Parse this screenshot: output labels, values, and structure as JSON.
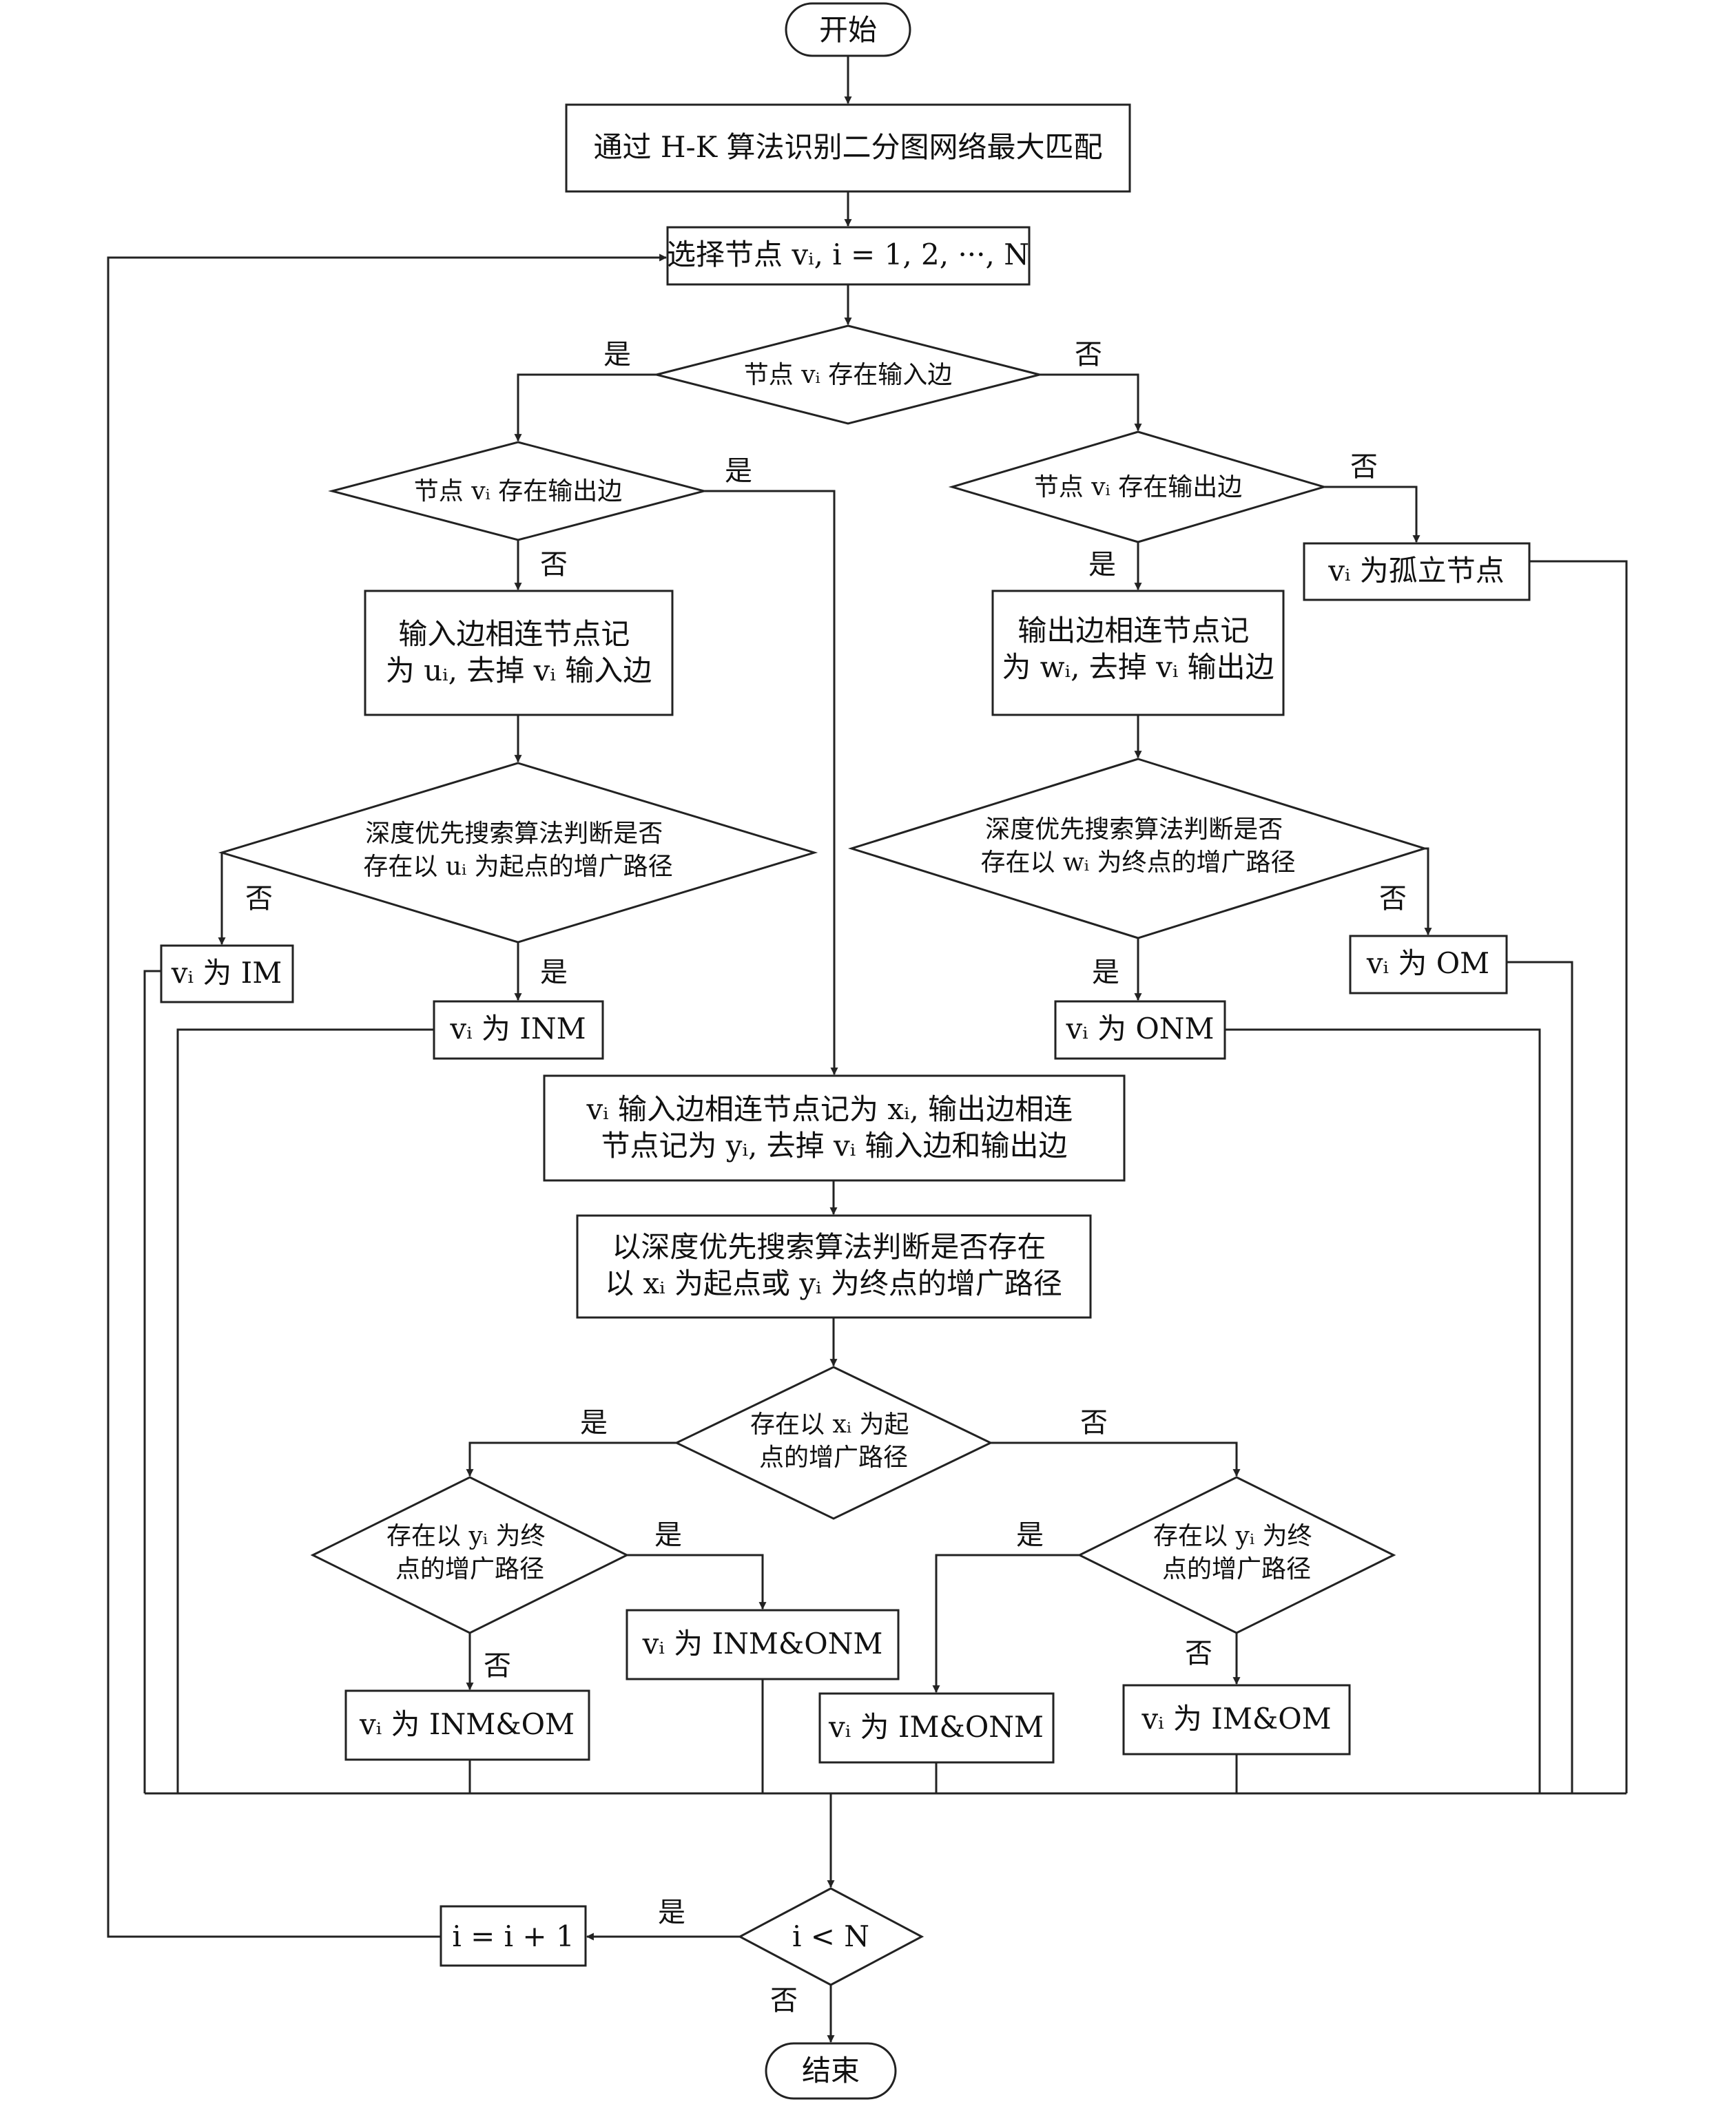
{
  "nodes": {
    "start": "开始",
    "hk": "通过 H-K 算法识别二分图网络最大匹配",
    "select": "选择节点 vᵢ, i = 1, 2, ···, N",
    "d_in": "节点 vᵢ 存在输入边",
    "d_out_left": "节点 vᵢ 存在输出边",
    "d_out_right": "节点 vᵢ 存在输出边",
    "isolated": "vᵢ 为孤立节点",
    "in_proc": [
      "输入边相连节点记",
      "为 uᵢ, 去掉 vᵢ 输入边"
    ],
    "out_proc": [
      "输出边相连节点记",
      "为 wᵢ, 去掉 vᵢ 输出边"
    ],
    "d_dfs_u": [
      "深度优先搜索算法判断是否",
      "存在以 uᵢ 为起点的增广路径"
    ],
    "d_dfs_w": [
      "深度优先搜索算法判断是否",
      "存在以 wᵢ 为终点的增广路径"
    ],
    "im": "vᵢ 为 IM",
    "inm": "vᵢ 为 INM",
    "onm": "vᵢ 为 ONM",
    "om": "vᵢ 为 OM",
    "both_proc": [
      "vᵢ 输入边相连节点记为 xᵢ, 输出边相连",
      "节点记为 yᵢ, 去掉 vᵢ 输入边和输出边"
    ],
    "dfs_both": [
      "以深度优先搜索算法判断是否存在",
      "以 xᵢ 为起点或 yᵢ 为终点的增广路径"
    ],
    "d_x": [
      "存在以 xᵢ 为起",
      "点的增广路径"
    ],
    "d_y_left": [
      "存在以 yᵢ 为终",
      "点的增广路径"
    ],
    "d_y_right": [
      "存在以 yᵢ 为终",
      "点的增广路径"
    ],
    "inm_onm": "vᵢ 为 INM&ONM",
    "inm_om": "vᵢ 为 INM&OM",
    "im_onm": "vᵢ 为 IM&ONM",
    "im_om": "vᵢ 为 IM&OM",
    "d_n": "i < N",
    "incr": "i = i + 1",
    "end": "结束"
  },
  "labels": {
    "yes": "是",
    "no": "否"
  }
}
